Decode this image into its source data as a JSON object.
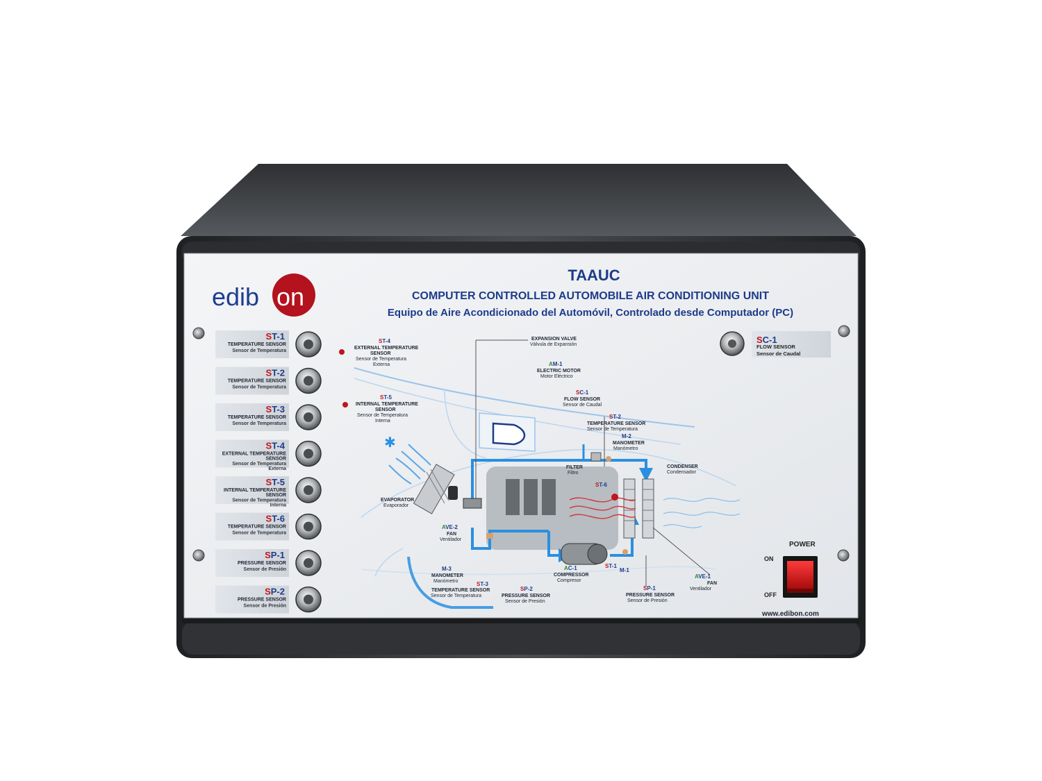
{
  "panel": {
    "model": "TAAUC",
    "title_en": "COMPUTER CONTROLLED AUTOMOBILE AIR CONDITIONING UNIT",
    "title_es": "Equipo de Aire Acondicionado del Automóvil, Controlado desde Computador (PC)",
    "brand_pre": "edib",
    "brand_post": "on",
    "website": "www.edibon.com"
  },
  "colors": {
    "brand_red": "#b3121e",
    "title_blue": "#1d3b8a",
    "code_red": "#c0161e",
    "code_blue": "#1d3b8a",
    "flow_blue": "#2a8fe0",
    "case_dark": "#3a3c3f"
  },
  "sensors_left": [
    {
      "pre": "S",
      "code": "T-1",
      "name_en": "TEMPERATURE SENSOR",
      "name_es": "Sensor de Temperatura"
    },
    {
      "pre": "S",
      "code": "T-2",
      "name_en": "TEMPERATURE SENSOR",
      "name_es": "Sensor de Temperatura"
    },
    {
      "pre": "S",
      "code": "T-3",
      "name_en": "TEMPERATURE SENSOR",
      "name_es": "Sensor de Temperatura"
    },
    {
      "pre": "S",
      "code": "T-4",
      "name_en": "EXTERNAL TEMPERATURE",
      "name_en2": "SENSOR",
      "name_es": "Sensor de Temperatura",
      "name_es2": "Externa"
    },
    {
      "pre": "S",
      "code": "T-5",
      "name_en": "INTERNAL TEMPERATURE",
      "name_en2": "SENSOR",
      "name_es": "Sensor de Temperatura",
      "name_es2": "Interna"
    },
    {
      "pre": "S",
      "code": "T-6",
      "name_en": "TEMPERATURE SENSOR",
      "name_es": "Sensor de Temperatura"
    },
    {
      "pre": "S",
      "code": "P-1",
      "name_en": "PRESSURE SENSOR",
      "name_es": "Sensor de Presión"
    },
    {
      "pre": "S",
      "code": "P-2",
      "name_en": "PRESSURE SENSOR",
      "name_es": "Sensor de Presión"
    }
  ],
  "sensor_right": {
    "pre": "S",
    "code": "C-1",
    "name_en": "FLOW SENSOR",
    "name_es": "Sensor de Caudal"
  },
  "power": {
    "label": "POWER",
    "on": "ON",
    "off": "OFF"
  },
  "diagram": {
    "st4": {
      "pre": "S",
      "code": "T-4",
      "l1": "EXTERNAL TEMPERATURE",
      "l2": "SENSOR",
      "l3": "Sensor de Temperatura",
      "l4": "Externa"
    },
    "st5": {
      "pre": "S",
      "code": "T-5",
      "l1": "INTERNAL TEMPERATURE",
      "l2": "SENSOR",
      "l3": "Sensor de Temperatura",
      "l4": "Interna"
    },
    "expansion": {
      "l1": "EXPANSION VALVE",
      "l2": "Válvula de Expansión"
    },
    "am1": {
      "pre": "A",
      "code": "M-1",
      "l1": "ELECTRIC MOTOR",
      "l2": "Motor Eléctrico"
    },
    "sc1": {
      "pre": "S",
      "code": "C-1",
      "l1": "FLOW SENSOR",
      "l2": "Sensor de Caudal"
    },
    "st2": {
      "pre": "S",
      "code": "T-2",
      "l1": "TEMPERATURE SENSOR",
      "l2": "Sensor de Temperatura"
    },
    "m2": {
      "code": "M-2",
      "l1": "MANOMETER",
      "l2": "Manómetro"
    },
    "filter": {
      "l1": "FILTER",
      "l2": "Filtro"
    },
    "condenser": {
      "l1": "CONDENSER",
      "l2": "Condensador"
    },
    "st6": {
      "pre": "S",
      "code": "T-6"
    },
    "evaporator": {
      "l1": "EVAPORATOR",
      "l2": "Evaporador"
    },
    "ave2": {
      "pre": "A",
      "code": "VE-2",
      "l1": "FAN",
      "l2": "Ventilador"
    },
    "m3": {
      "code": "M-3",
      "l1": "MANOMETER",
      "l2": "Manómetro"
    },
    "st3": {
      "pre": "S",
      "code": "T-3",
      "l1": "TEMPERATURE SENSOR",
      "l2": "Sensor de Temperatura"
    },
    "sp2": {
      "pre": "S",
      "code": "P-2",
      "l1": "PRESSURE SENSOR",
      "l2": "Sensor de Presión"
    },
    "ac1": {
      "pre": "A",
      "code": "C-1",
      "l1": "COMPRESSOR",
      "l2": "Compresor"
    },
    "st1": {
      "pre": "S",
      "code": "T-1"
    },
    "m1": {
      "code": "M-1"
    },
    "sp1": {
      "pre": "S",
      "code": "P-1",
      "l1": "PRESSURE SENSOR",
      "l2": "Sensor de Presión"
    },
    "ave1": {
      "pre": "A",
      "code": "VE-1",
      "l1": "FAN",
      "l2": "Ventilador"
    }
  }
}
